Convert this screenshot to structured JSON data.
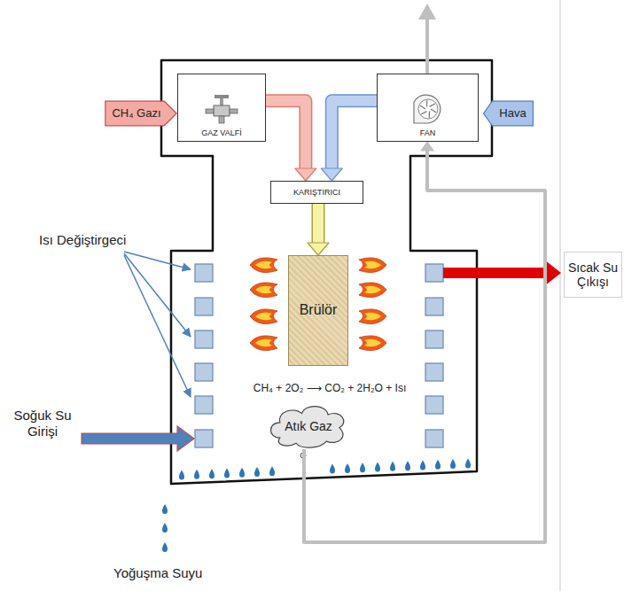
{
  "diagram": {
    "nodes": [
      {
        "text": [
          "GAZ VALFİ"
        ]
      },
      {
        "text": [
          "FAN"
        ]
      },
      {
        "text": [
          "KARIŞTIRICI"
        ]
      },
      {
        "text": [
          "Brülör"
        ]
      },
      {
        "text": [
          "Atık Gaz"
        ]
      },
      {
        "text": [
          "CH₄ Gazı"
        ]
      },
      {
        "text": [
          "Hava"
        ]
      },
      {
        "text": [
          "Sıcak Su Çıkışı"
        ]
      }
    ],
    "edges": [
      {
        "from": 0,
        "to": 2,
        "arrow": "to"
      },
      {
        "from": 1,
        "to": 2,
        "arrow": "to"
      },
      {
        "from": 2,
        "to": 3,
        "arrow": "to"
      },
      {
        "from": 4,
        "to": 1,
        "arrow": "to"
      }
    ],
    "labels": [
      "Isı Değiştirgeci",
      "Soğuk Su Girişi",
      "Yoğuşma Suyu",
      "CH₄ + 2O₂ ⟶ CO₂ + 2H₂O + Isı"
    ]
  }
}
